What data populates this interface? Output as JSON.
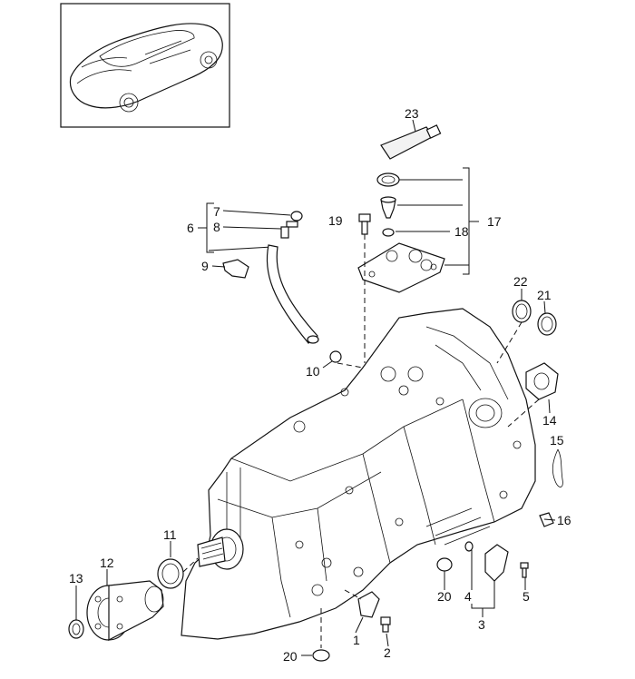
{
  "diagram": {
    "callouts": {
      "c1": "1",
      "c2": "2",
      "c3": "3",
      "c4": "4",
      "c5": "5",
      "c6": "6",
      "c7": "7",
      "c8": "8",
      "c9": "9",
      "c10": "10",
      "c11": "11",
      "c12": "12",
      "c13": "13",
      "c14": "14",
      "c15": "15",
      "c16": "16",
      "c17": "17",
      "c18": "18",
      "c19": "19",
      "c20a": "20",
      "c20b": "20",
      "c21": "21",
      "c22": "22",
      "c23": "23"
    },
    "icons": [
      "vehicle-thumbnail",
      "transmission-housing",
      "tube",
      "cover-plate"
    ]
  }
}
